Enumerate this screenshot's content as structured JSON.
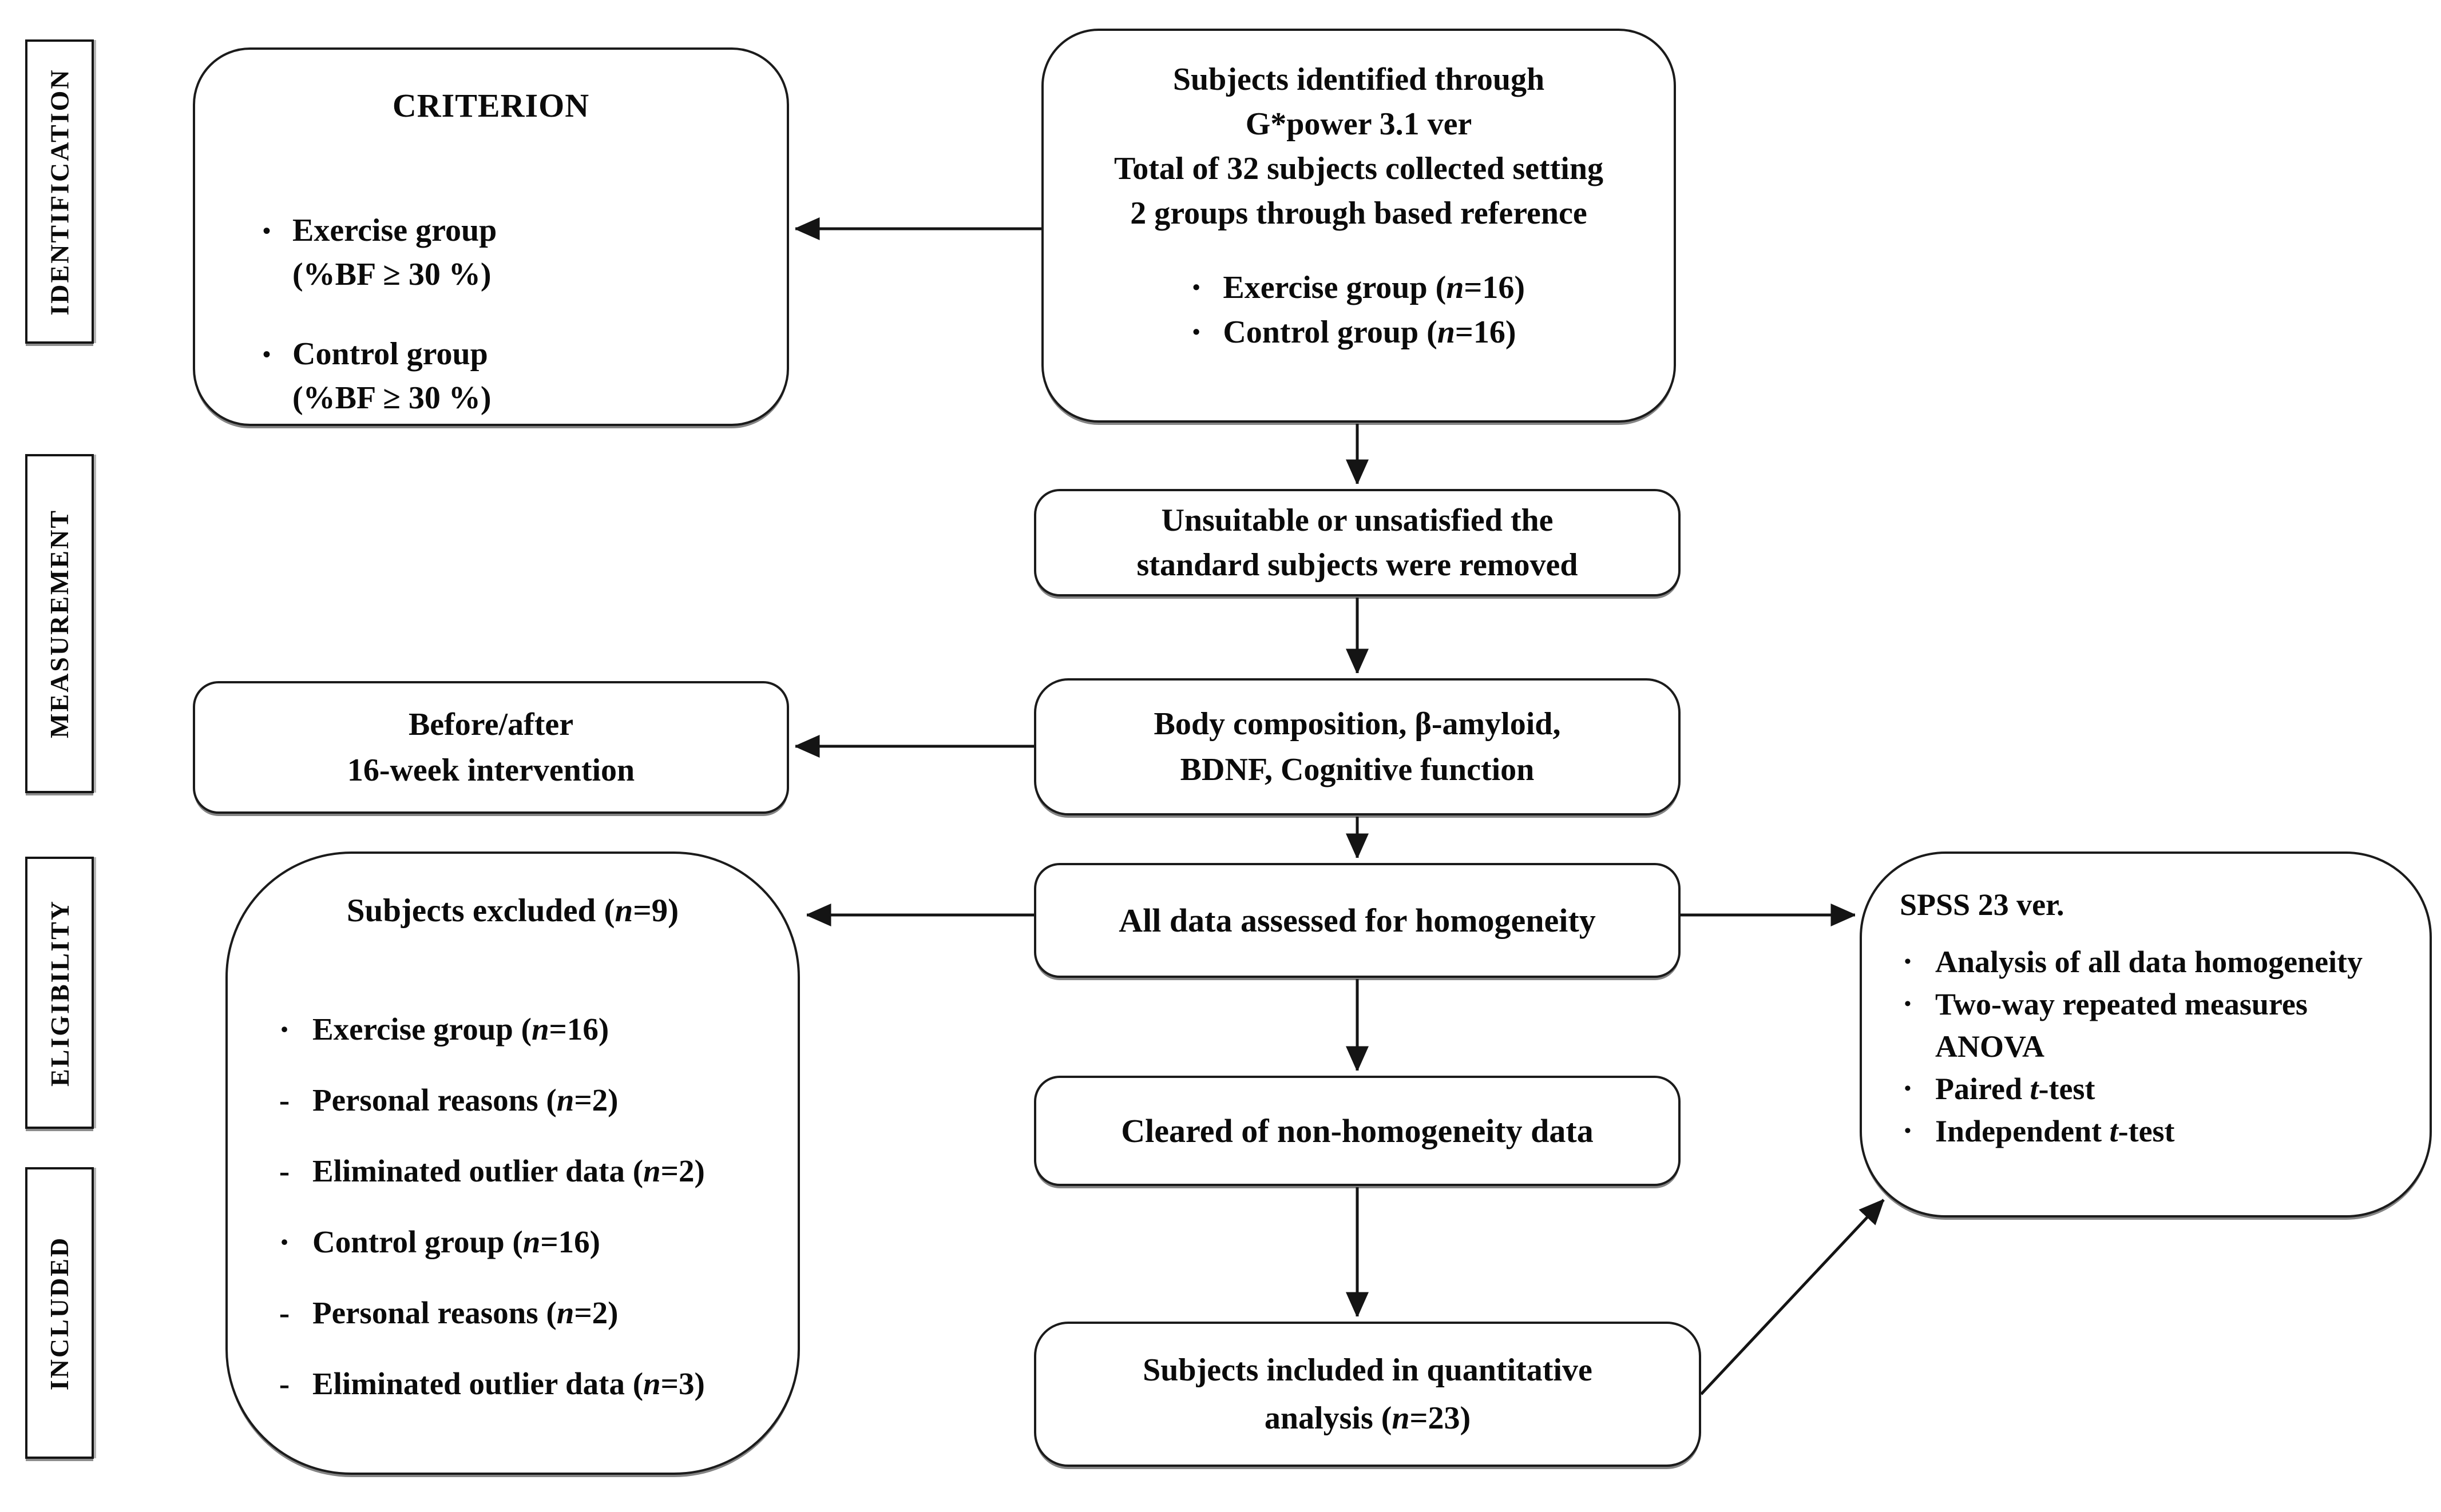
{
  "markers": {
    "bullet": "•",
    "dash": "-"
  },
  "stages": [
    {
      "label": "IDENTIFICATION"
    },
    {
      "label": "MEASUREMENT"
    },
    {
      "label": "ELIGIBILITY"
    },
    {
      "label": "INCLUDED"
    }
  ],
  "criterion": {
    "title": "CRITERION",
    "items": [
      {
        "name": "Exercise group",
        "detail": "(%BF ≥ 30 %)"
      },
      {
        "name": "Control group",
        "detail": "(%BF ≥ 30 %)"
      }
    ]
  },
  "identified": {
    "lines": [
      "Subjects identified through",
      "G*power 3.1 ver",
      "Total of 32 subjects collected setting",
      "2 groups through based reference"
    ],
    "bullets": [
      "Exercise group (n=16)",
      "Control group (n=16)"
    ]
  },
  "removed": {
    "lines": [
      "Unsuitable or unsatisfied the",
      "standard subjects were removed"
    ]
  },
  "intervention": {
    "lines": [
      "Before/after",
      "16-week intervention"
    ]
  },
  "measurement_box": {
    "lines": [
      "Body composition, β-amyloid,",
      "BDNF, Cognitive function"
    ]
  },
  "homogeneity": {
    "text": "All data assessed for homogeneity"
  },
  "excluded": {
    "title": "Subjects excluded (n=9)",
    "groups": [
      {
        "head": "Exercise group (n=16)",
        "subs": [
          "Personal reasons (n=2)",
          "Eliminated outlier data (n=2)"
        ]
      },
      {
        "head": "Control group (n=16)",
        "subs": [
          "Personal reasons (n=2)",
          "Eliminated outlier data (n=3)"
        ]
      }
    ]
  },
  "spss": {
    "title": "SPSS 23 ver.",
    "bullets": [
      "Analysis of all data homogeneity",
      "Two-way repeated measures ANOVA",
      "Paired t-test",
      "Independent t-test"
    ]
  },
  "cleared": {
    "text": "Cleared of non-homogeneity data"
  },
  "included_quant": {
    "lines": [
      "Subjects included in quantitative",
      "analysis (n=23)"
    ]
  }
}
